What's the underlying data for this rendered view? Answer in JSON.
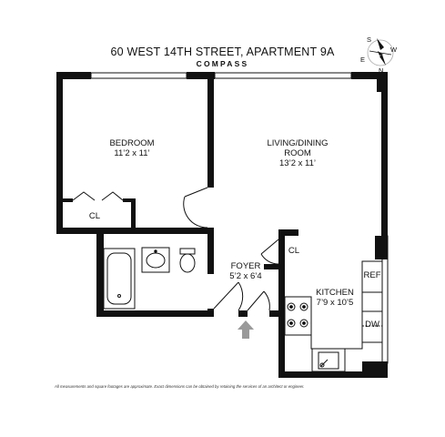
{
  "header": {
    "address": "60 WEST 14TH STREET, APARTMENT 9A",
    "brand": "COMPASS"
  },
  "compass_rose": {
    "letters": [
      "S",
      "W",
      "E",
      "N"
    ]
  },
  "rooms": {
    "bedroom": {
      "name": "BEDROOM",
      "dims": "11’2 x 11’"
    },
    "living": {
      "name_line1": "LIVING/DINING",
      "name_line2": "ROOM",
      "dims": "13’2 x 11’"
    },
    "foyer": {
      "name": "FOYER",
      "dims": "5’2 x 6’4"
    },
    "kitchen": {
      "name": "KITCHEN",
      "dims": "7’9 x 10’5"
    }
  },
  "closets": {
    "bedroom_closet": "CL",
    "foyer_closet": "CL"
  },
  "appliances": {
    "refrigerator": "REF",
    "dishwasher": "DW"
  },
  "footer": {
    "disclaimer": "All measurements and square footages are approximate. Exact dimensions can be obtained by retaining the services of an architect or engineer."
  }
}
